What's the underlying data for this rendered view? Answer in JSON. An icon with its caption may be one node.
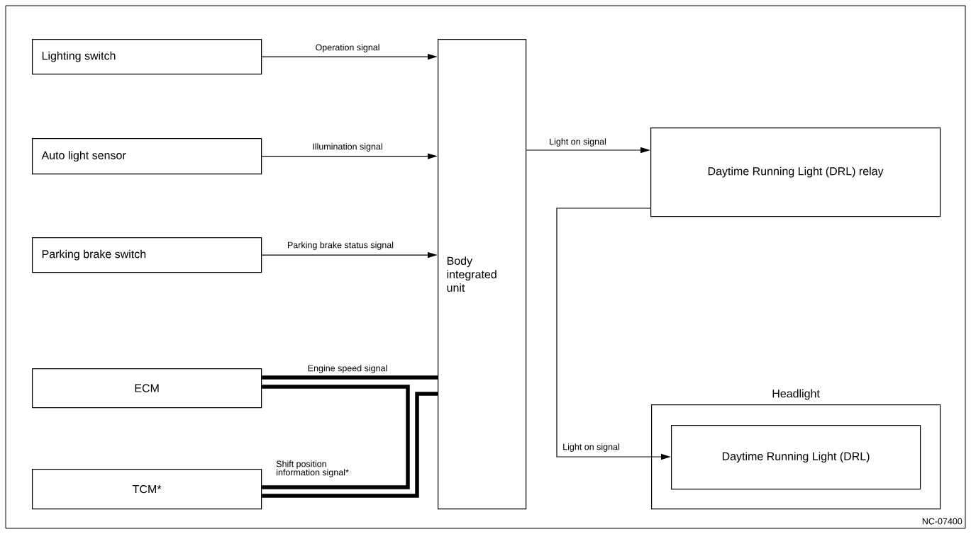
{
  "diagram": {
    "nodes": [
      {
        "text": [
          "Lighting switch"
        ]
      },
      {
        "text": [
          "Auto light sensor"
        ]
      },
      {
        "text": [
          "Parking brake switch"
        ]
      },
      {
        "text": [
          "ECM"
        ]
      },
      {
        "text": [
          "TCM*"
        ]
      },
      {
        "text": [
          "Body integrated unit"
        ]
      },
      {
        "text": [
          "Daytime Running Light (DRL) relay"
        ]
      },
      {
        "text": [
          "Headlight"
        ]
      },
      {
        "text": [
          "Daytime Running Light (DRL)"
        ],
        "in": 7
      }
    ],
    "edges": [
      {
        "from": 0,
        "to": 5,
        "arrow": "to",
        "label": "Operation signal"
      },
      {
        "from": 1,
        "to": 5,
        "arrow": "to",
        "label": "Illumination signal"
      },
      {
        "from": 2,
        "to": 5,
        "arrow": "to",
        "label": "Parking brake status signal"
      },
      {
        "from": 3,
        "to": 5,
        "arrow": "none",
        "style": "thick",
        "label": "Engine speed signal"
      },
      {
        "from": 3,
        "to": 4,
        "arrow": "none",
        "style": "thick"
      },
      {
        "from": 4,
        "to": 5,
        "arrow": "none",
        "style": "thick",
        "label": "Shift position information signal*"
      },
      {
        "from": 5,
        "to": 6,
        "arrow": "to",
        "label": "Light on signal"
      },
      {
        "from": 6,
        "to": 8,
        "arrow": "to",
        "label": "Light on signal"
      }
    ],
    "labels": [
      "NC-07400"
    ]
  }
}
